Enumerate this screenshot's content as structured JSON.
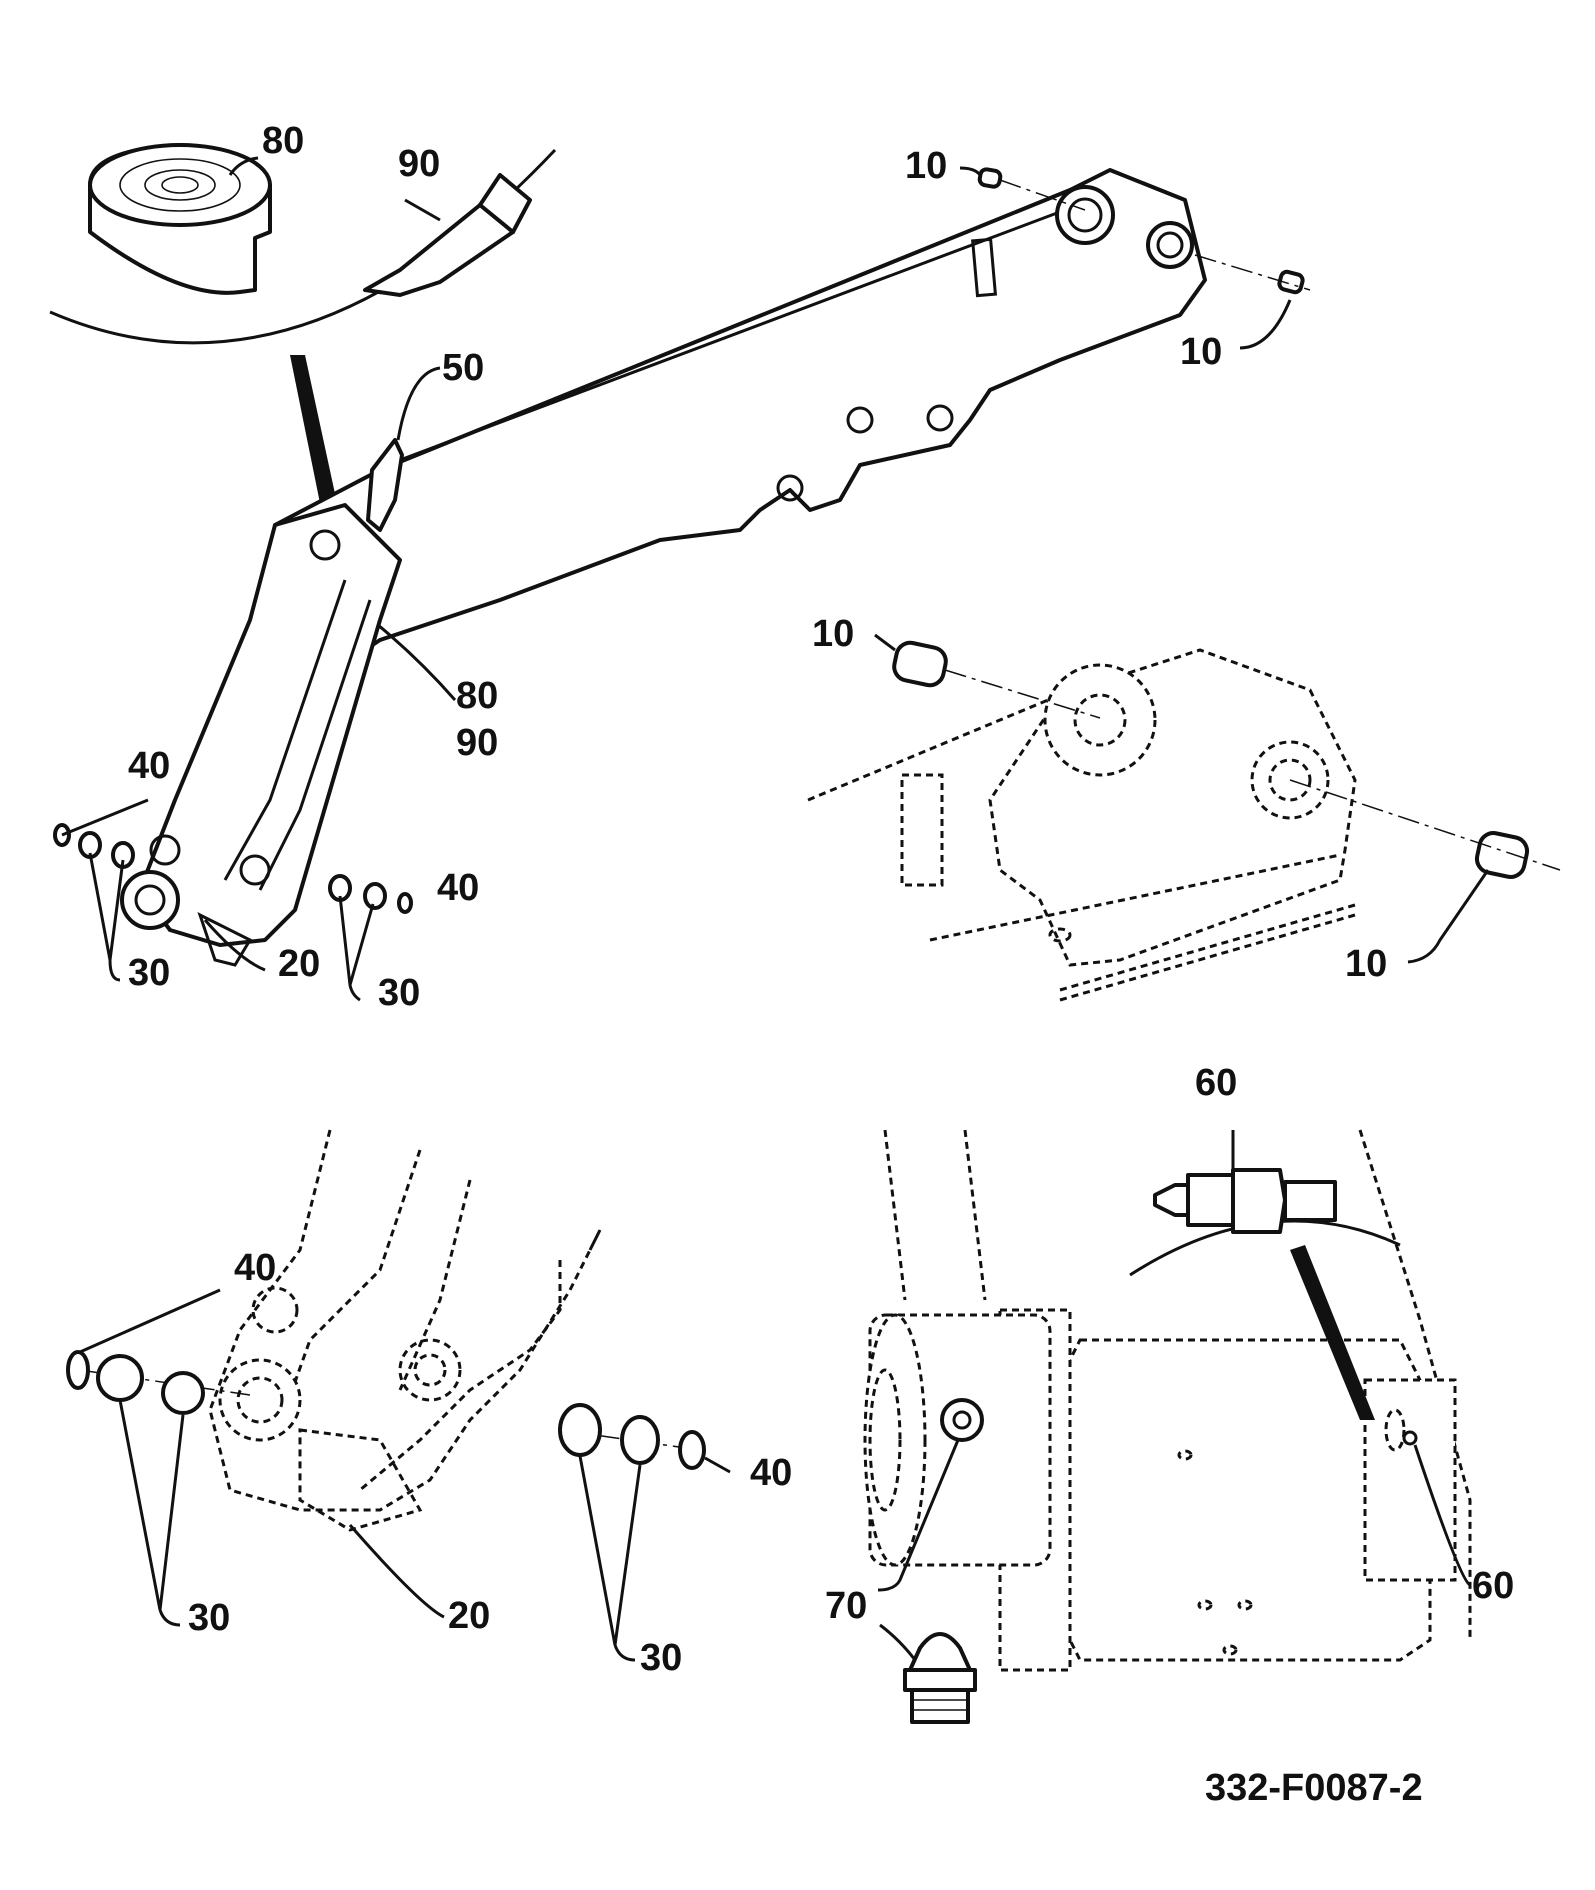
{
  "drawing_number": "332-F0087-2",
  "callouts": {
    "top_tape": "80",
    "top_tube": "90",
    "top_pin_left": "10",
    "top_pin_right": "10",
    "top_50": "50",
    "top_80": "80",
    "top_90": "90",
    "top_40_left": "40",
    "top_30_left": "30",
    "top_20": "20",
    "top_40_right": "40",
    "top_30_right": "30",
    "mid_10_left": "10",
    "mid_10_right": "10",
    "bl_40_left": "40",
    "bl_30_left": "30",
    "bl_20": "20",
    "bl_30_right": "30",
    "bl_40_right": "40",
    "br_60_top": "60",
    "br_60_right": "60",
    "br_70": "70"
  },
  "icons": [
    "tape-roll-icon",
    "grease-tube-icon",
    "grease-nipple-icon",
    "grease-fitting-icon"
  ]
}
